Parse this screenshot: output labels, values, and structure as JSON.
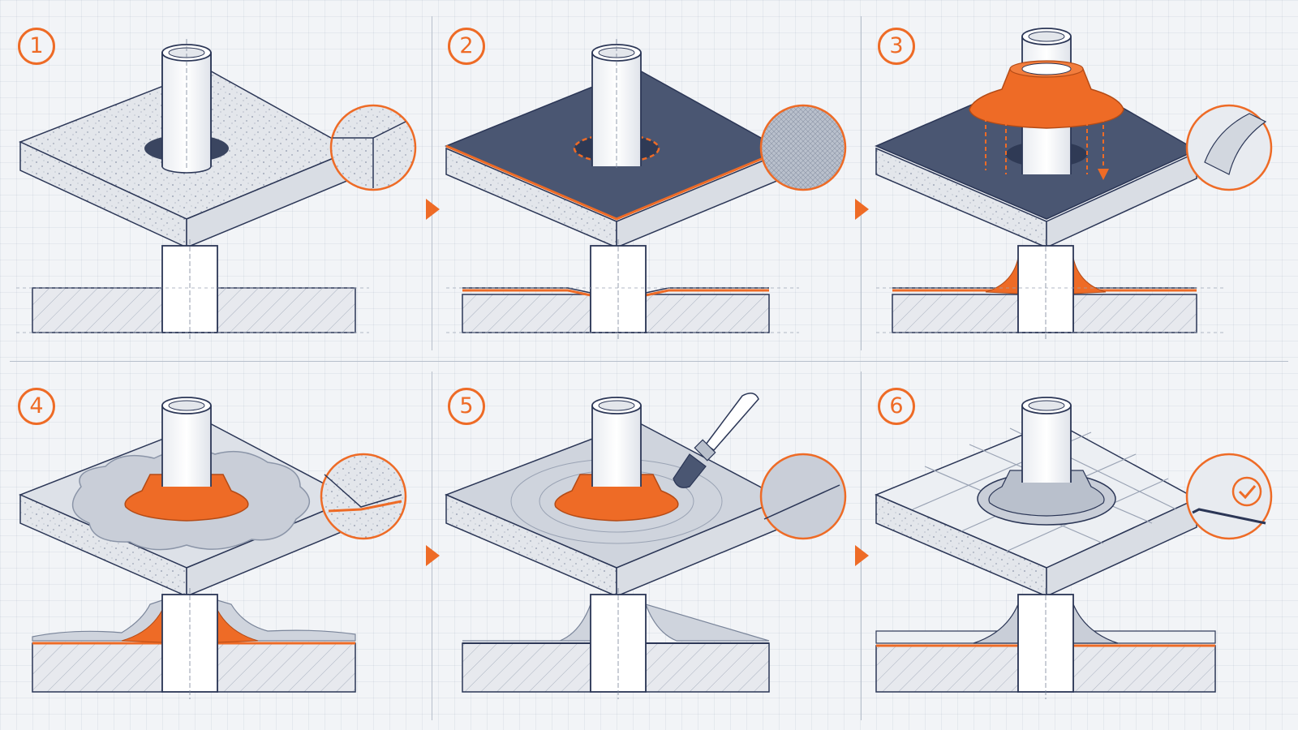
{
  "steps": [
    {
      "number": "1"
    },
    {
      "number": "2"
    },
    {
      "number": "3"
    },
    {
      "number": "4"
    },
    {
      "number": "5"
    },
    {
      "number": "6"
    }
  ],
  "colors": {
    "accent": "#ee6b26",
    "membrane": "#4a5672",
    "outline": "#2b3656",
    "concrete": "#e3e6eb",
    "background": "#f2f4f7"
  },
  "icons": [
    "flow-arrow-icon",
    "check-icon",
    "paint-brush-icon"
  ]
}
